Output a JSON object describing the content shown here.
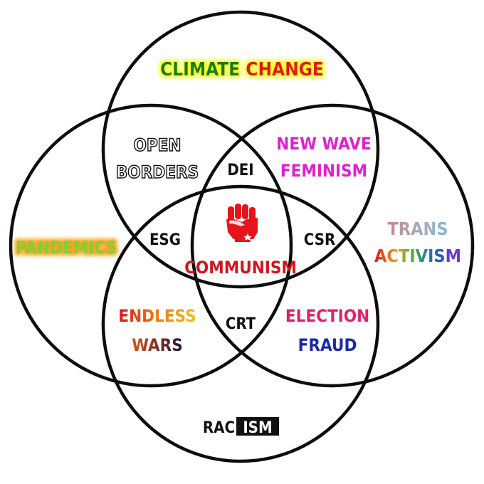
{
  "diagram": {
    "colors": {
      "ring": "#0d0d0d",
      "background": "#ffffff",
      "fist": "#e8141b"
    },
    "regions": {
      "top": {
        "words": [
          {
            "text": "CLIMATE",
            "color": "#1e7a1e"
          },
          {
            "text": "CHANGE",
            "color": "#e3141b"
          }
        ],
        "glow": "#f4ff2a"
      },
      "left": {
        "text": "PANDEMICS",
        "color": "#7bd03a",
        "glow": "#f7a41b"
      },
      "right": {
        "line1": "TRANS",
        "line2": "ACTIVISM"
      },
      "bottom": {
        "prefix": "RAC",
        "boxed": "ISM"
      },
      "top_left": {
        "line1": "OPEN",
        "line2": "BORDERS"
      },
      "top_right": {
        "line1": "NEW WAVE",
        "line2": "FEMINISM",
        "color": "#e020d0"
      },
      "bottom_left": {
        "line1": "ENDLESS",
        "line2": "WARS"
      },
      "bottom_right": {
        "line1": "ELECTION",
        "line2": "FRAUD",
        "color1": "#e3206a",
        "color2": "#1a2aa8"
      },
      "upper_center": {
        "text": "DEI"
      },
      "left_center": {
        "text": "ESG"
      },
      "right_center": {
        "text": "CSR"
      },
      "lower_center": {
        "text": "CRT"
      },
      "center": {
        "text": "COMMUNISM",
        "color": "#d4141b",
        "icon": "raised-fist-icon"
      }
    }
  }
}
